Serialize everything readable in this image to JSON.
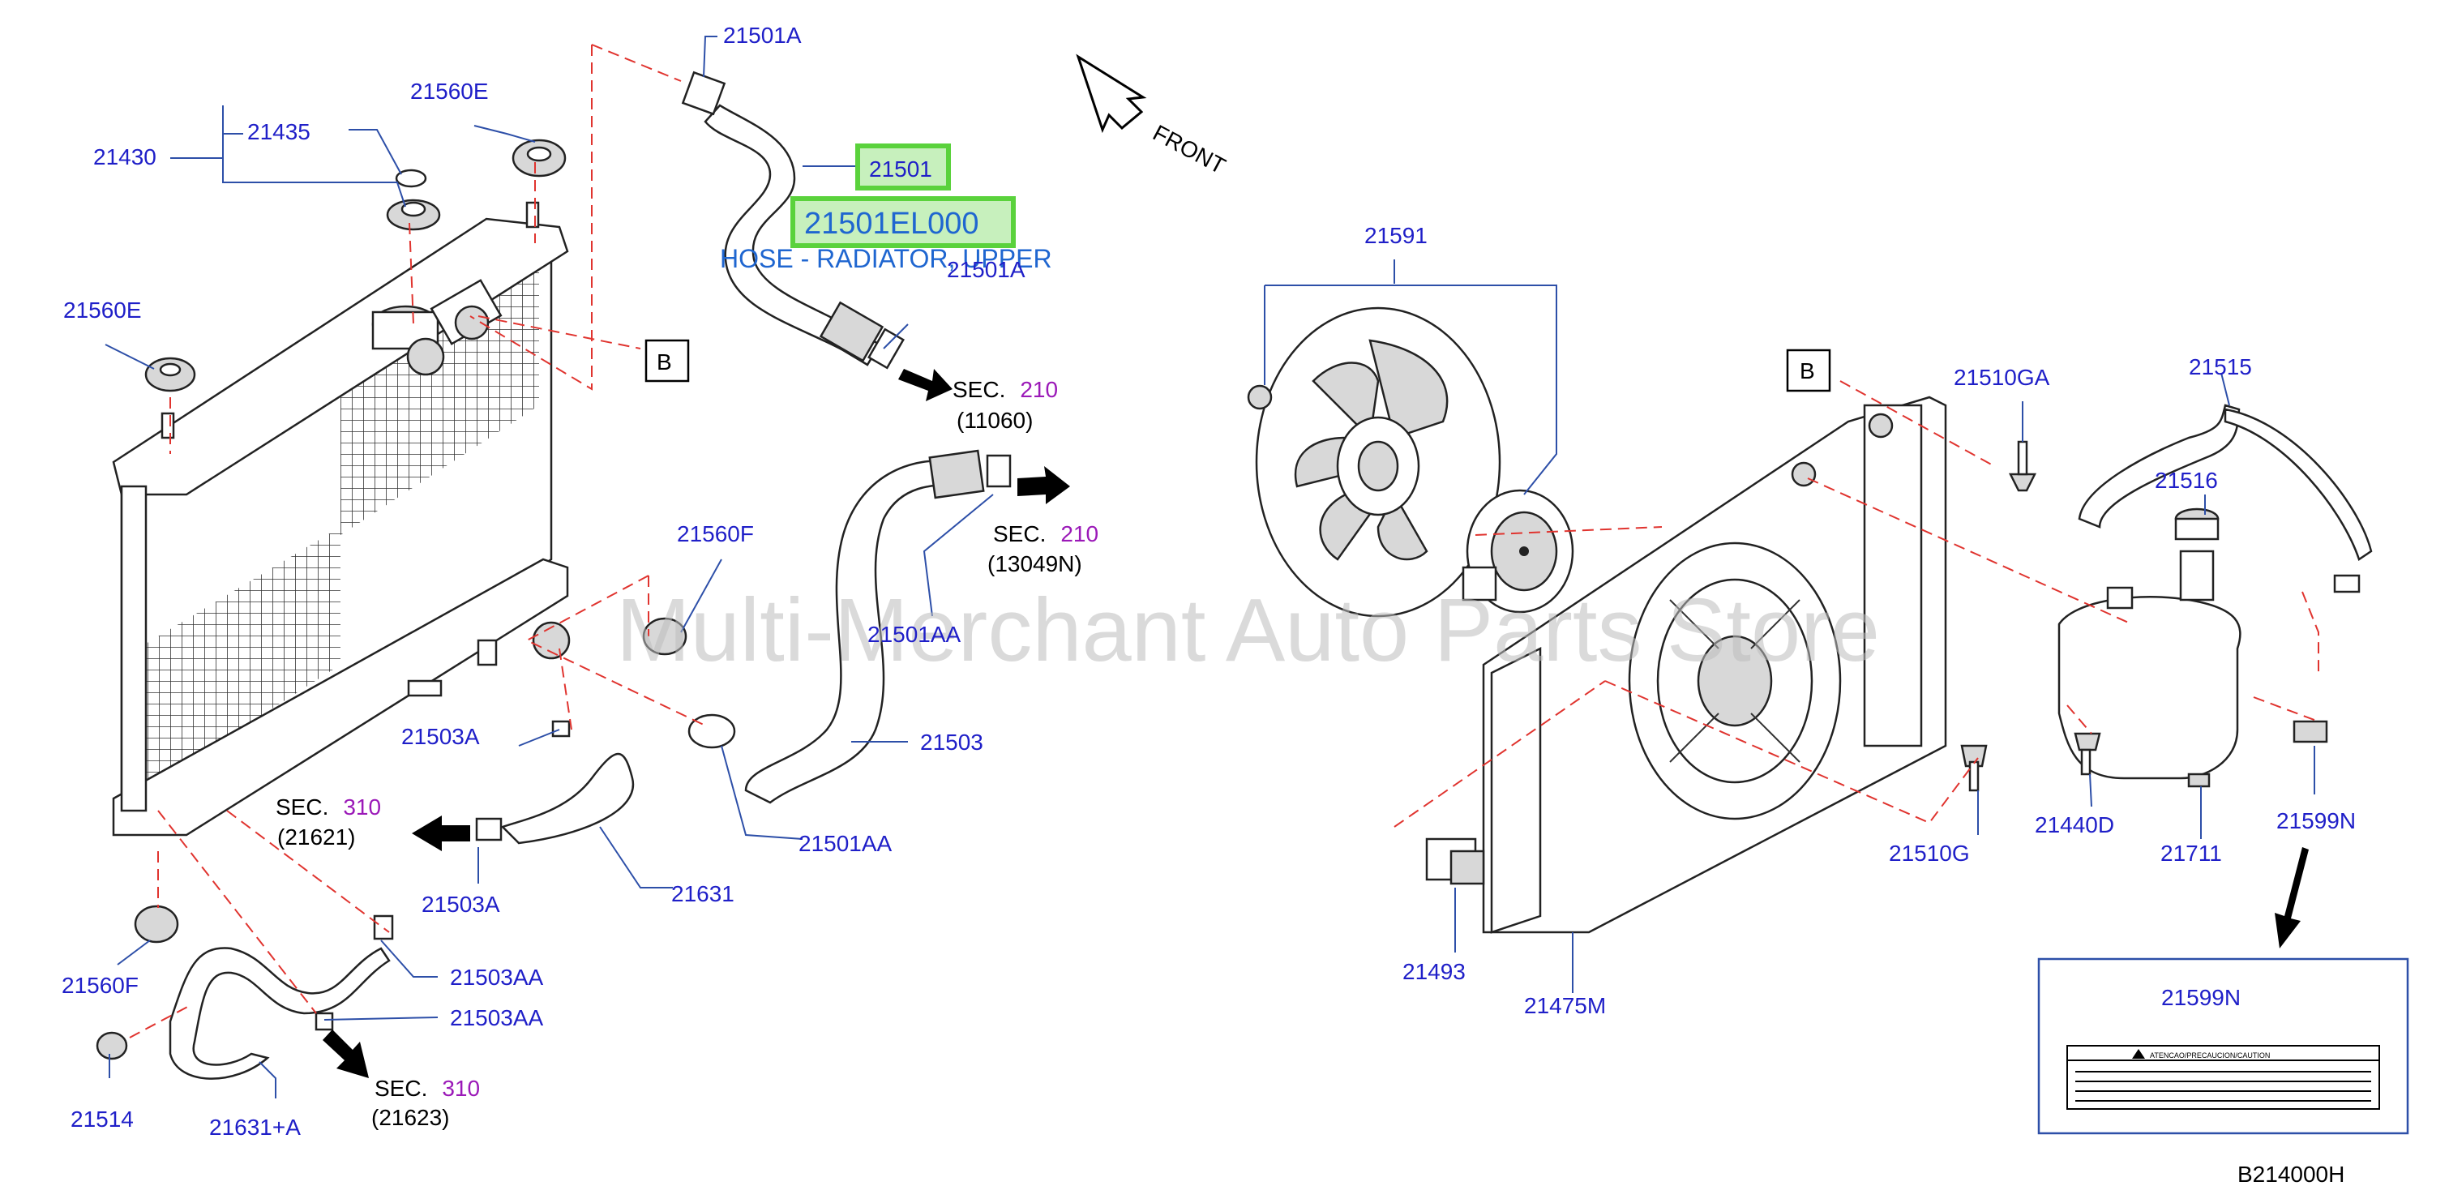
{
  "front_label": "FRONT",
  "watermark": "Multi-Merchant Auto Parts Store",
  "diagram_code": "B214000H",
  "highlight": {
    "part_number": "21501",
    "catalog_number": "21501EL000",
    "description": "HOSE - RADIATOR, UPPER"
  },
  "section_refs": [
    {
      "prefix": "SEC.",
      "number": "210",
      "code": "(11060)"
    },
    {
      "prefix": "SEC.",
      "number": "210",
      "code": "(13049N)"
    },
    {
      "prefix": "SEC.",
      "number": "310",
      "code": "(21621)"
    },
    {
      "prefix": "SEC.",
      "number": "310",
      "code": "(21623)"
    }
  ],
  "ref_box_letters": [
    "B",
    "B"
  ],
  "labels": [
    "21501A",
    "21560E",
    "21435",
    "21430",
    "21560E",
    "21501A",
    "21560F",
    "21501AA",
    "21503",
    "21503A",
    "21503A",
    "21631",
    "21501AA",
    "21560F",
    "21503AA",
    "21503AA",
    "21514",
    "21631+A",
    "21591",
    "21510GA",
    "21515",
    "21516",
    "21440D",
    "21711",
    "21599N",
    "21510G",
    "21493",
    "21475M",
    "21599N"
  ],
  "caution_label_text": "ATENCAO/PRECAUCION/CAUTION",
  "colors": {
    "part_number": "#1f1fc8",
    "section_number": "#9b19b8",
    "leader": "#2d4fa8",
    "dashed_guide": "#e0342f",
    "highlight": "#5ad23c"
  }
}
